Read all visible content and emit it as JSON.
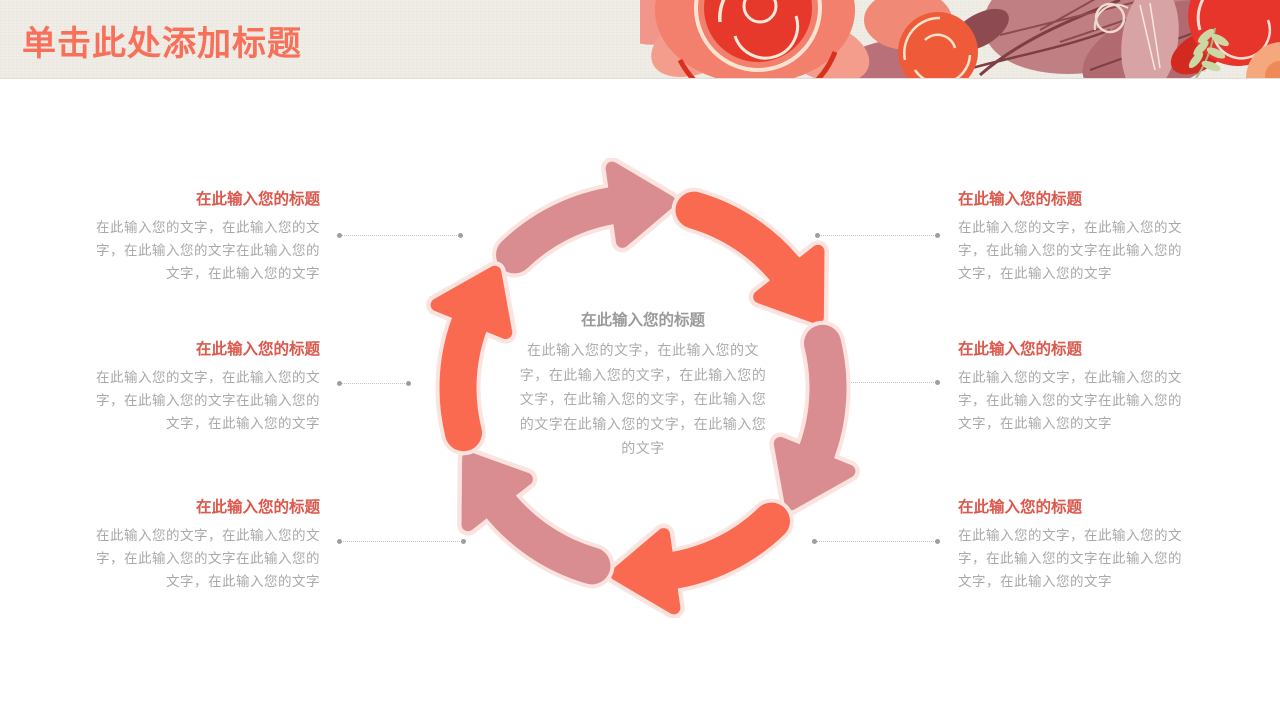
{
  "slide_title": "单击此处添加标题",
  "center": {
    "title": "在此输入您的标题",
    "body": "在此输入您的文字，在此输入您的文字，在此输入您的文字，在此输入您的文字，在此输入您的文字，在此输入您的文字在此输入您的文字，在此输入您的文字"
  },
  "left_items": [
    {
      "title": "在此输入您的标题",
      "body": "在此输入您的文字，在此输入您的文字，在此输入您的文字在此输入您的文字，在此输入您的文字"
    },
    {
      "title": "在此输入您的标题",
      "body": "在此输入您的文字，在此输入您的文字，在此输入您的文字在此输入您的文字，在此输入您的文字"
    },
    {
      "title": "在此输入您的标题",
      "body": "在此输入您的文字，在此输入您的文字，在此输入您的文字在此输入您的文字，在此输入您的文字"
    }
  ],
  "right_items": [
    {
      "title": "在此输入您的标题",
      "body": "在此输入您的文字，在此输入您的文字，在此输入您的文字在此输入您的文字，在此输入您的文字"
    },
    {
      "title": "在此输入您的标题",
      "body": "在此输入您的文字，在此输入您的文字，在此输入您的文字在此输入您的文字，在此输入您的文字"
    },
    {
      "title": "在此输入您的标题",
      "body": "在此输入您的文字，在此输入您的文字，在此输入您的文字在此输入您的文字，在此输入您的文字"
    }
  ],
  "colors": {
    "accent_coral": "#F8705A",
    "arrow_coral": "#F96A50",
    "arrow_pink": "#D98D90",
    "arrow_halo": "#FBE3DF",
    "item_title": "#DC574C",
    "body_text": "#A8A8A8",
    "center_title": "#9A9A9A",
    "center_body": "#ABABAB",
    "header_bg": "#F0EDE7",
    "header_border": "#E3DFD8",
    "connector_dot": "#9E9E9E",
    "connector_line": "#C4C4C4",
    "page_bg": "#FFFFFF"
  }
}
